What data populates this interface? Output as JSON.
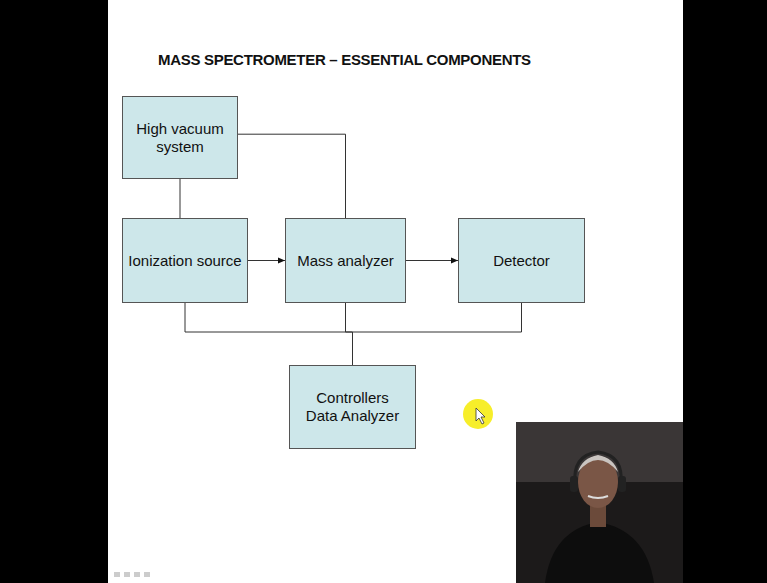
{
  "diagram": {
    "title": "MASS SPECTROMETER – ESSENTIAL COMPONENTS",
    "nodes": [
      {
        "text": [
          "High vacuum system"
        ]
      },
      {
        "text": [
          "Ionization source"
        ]
      },
      {
        "text": [
          "Mass analyzer"
        ]
      },
      {
        "text": [
          "Detector"
        ]
      },
      {
        "text": [
          "Controllers Data Analyzer"
        ]
      }
    ],
    "edges": [
      {
        "from": 0,
        "to": 1,
        "arrow": "none"
      },
      {
        "from": 0,
        "to": 2,
        "arrow": "none"
      },
      {
        "from": 1,
        "to": 2,
        "arrow": "to"
      },
      {
        "from": 2,
        "to": 3,
        "arrow": "to"
      },
      {
        "from": 1,
        "to": 4,
        "arrow": "none"
      },
      {
        "from": 2,
        "to": 4,
        "arrow": "none"
      },
      {
        "from": 3,
        "to": 4,
        "arrow": "none"
      }
    ]
  }
}
